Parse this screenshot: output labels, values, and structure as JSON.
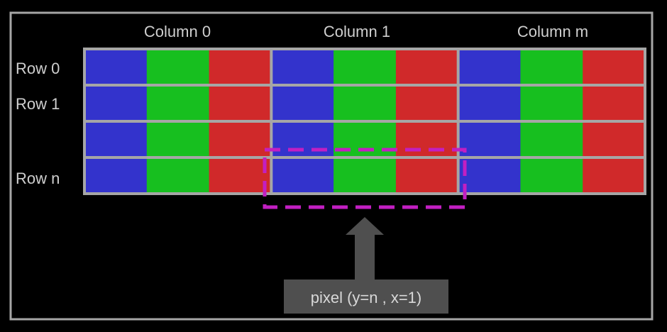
{
  "columns": {
    "col_0": "Column 0",
    "col_1": "Column 1",
    "col_m": "Column m"
  },
  "rows": {
    "row_0": "Row 0",
    "row_1": "Row 1",
    "row_n": "Row n"
  },
  "callout": {
    "label": "pixel (y=n , x=1)"
  },
  "grid": {
    "row_count": 4,
    "column_group_count": 3,
    "subpixel_channels": [
      "blue",
      "green",
      "red"
    ]
  },
  "colors": {
    "background": "#000000",
    "frame": "#a6a6a6",
    "grid_line": "#a6a6a6",
    "blue": "#3333cc",
    "green": "#17bf1f",
    "red": "#d0292a",
    "highlight": "#c21fc2",
    "arrow": "#4f4f4f",
    "callout_box": "#4f4f4f",
    "label_text": "#cfcfcf"
  }
}
